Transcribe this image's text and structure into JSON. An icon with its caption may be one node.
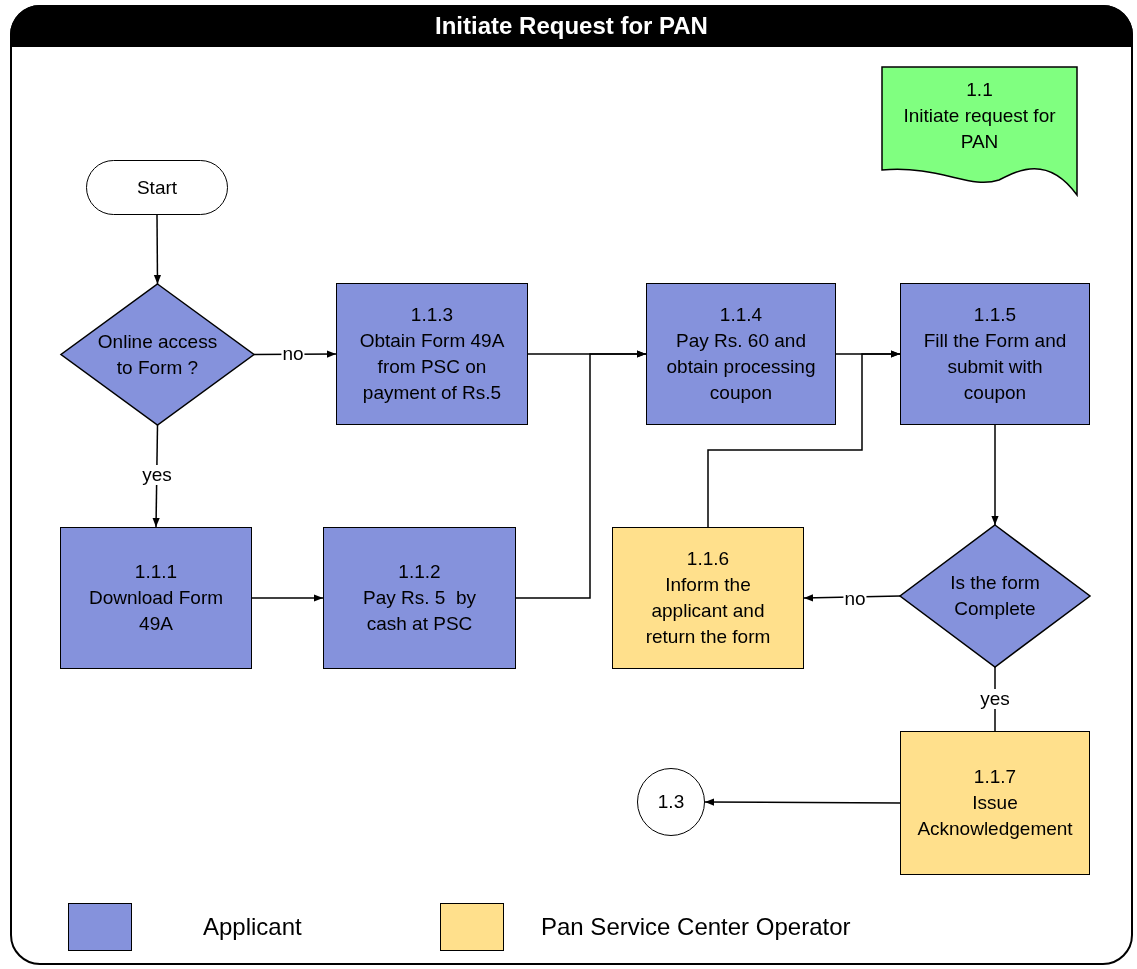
{
  "diagram": {
    "title": "Initiate Request for PAN",
    "nodes": [
      {
        "text": [
          "1.1",
          "Initiate request for PAN"
        ]
      },
      {
        "text": [
          "Start"
        ]
      },
      {
        "text": [
          "Online access to Form ?"
        ]
      },
      {
        "text": [
          "1.1.3",
          "Obtain Form 49A from PSC on payment of Rs.5"
        ]
      },
      {
        "text": [
          "1.1.4",
          "Pay Rs. 60 and obtain processing coupon"
        ]
      },
      {
        "text": [
          "1.1.5",
          "Fill the Form and submit with coupon"
        ]
      },
      {
        "text": [
          "1.1.1",
          "Download Form 49A"
        ]
      },
      {
        "text": [
          "1.1.2",
          "Pay Rs. 5  by cash at PSC"
        ]
      },
      {
        "text": [
          "1.1.6",
          "Inform the applicant and return the form"
        ]
      },
      {
        "text": [
          "Is the form Complete"
        ]
      },
      {
        "text": [
          "1.1.7",
          "Issue Acknowledgement"
        ]
      },
      {
        "text": [
          "1.3"
        ]
      }
    ],
    "edges": [
      {
        "from": 1,
        "to": 2,
        "arrow": "to"
      },
      {
        "from": 2,
        "to": 3,
        "arrow": "to",
        "label": "no"
      },
      {
        "from": 2,
        "to": 6,
        "arrow": "to",
        "label": "yes"
      },
      {
        "from": 6,
        "to": 7,
        "arrow": "to"
      },
      {
        "from": 3,
        "to": 4,
        "arrow": "to"
      },
      {
        "from": 7,
        "to": 4,
        "arrow": "to"
      },
      {
        "from": 4,
        "to": 5,
        "arrow": "to"
      },
      {
        "from": 8,
        "to": 5,
        "arrow": "to"
      },
      {
        "from": 5,
        "to": 9,
        "arrow": "to"
      },
      {
        "from": 9,
        "to": 8,
        "arrow": "to",
        "label": "no"
      },
      {
        "from": 9,
        "to": 10,
        "arrow": "none",
        "label": "yes"
      },
      {
        "from": 10,
        "to": 11,
        "arrow": "to"
      }
    ],
    "legend": [
      {
        "text": "Applicant",
        "color": "#8592dc"
      },
      {
        "text": "Pan Service Center Operator",
        "color": "#ffe08c"
      }
    ]
  }
}
